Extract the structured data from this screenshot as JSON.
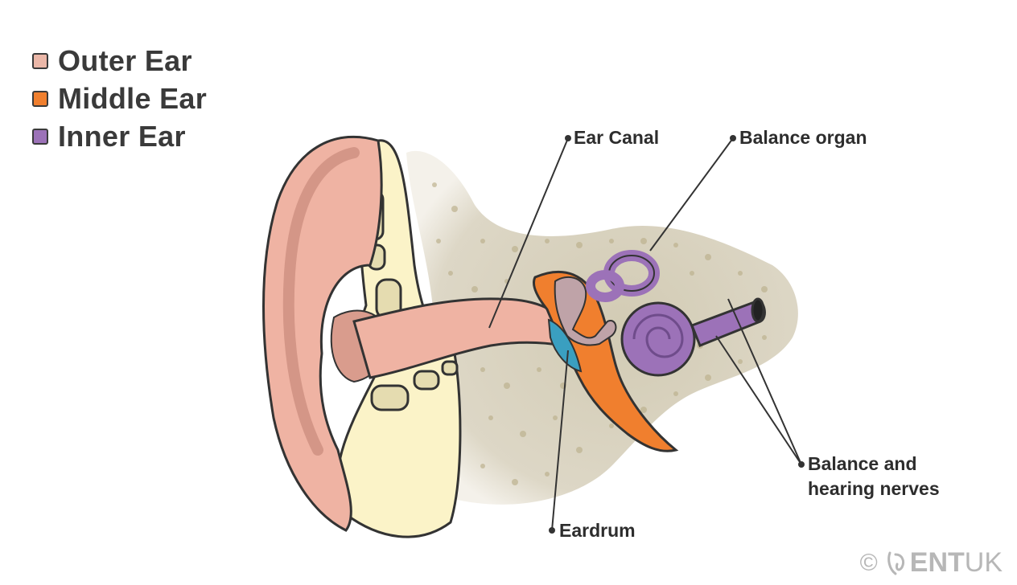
{
  "legend": {
    "items": [
      {
        "label": "Outer Ear",
        "color": "#ebb7a8"
      },
      {
        "label": "Middle Ear",
        "color": "#f07f2e"
      },
      {
        "label": "Inner Ear",
        "color": "#9c72b8"
      }
    ]
  },
  "labels": {
    "ear_canal": "Ear Canal",
    "balance_organ": "Balance organ",
    "eardrum": "Eardrum",
    "nerves_line1": "Balance and",
    "nerves_line2": "hearing nerves"
  },
  "logo": {
    "copyright": "©",
    "brand_bold": "ENT",
    "brand_light": "UK"
  },
  "colors": {
    "skin": "#efb3a3",
    "skin_dark": "#d8978a",
    "cartilage": "#fbf3c8",
    "bone": "#d9d3c0",
    "middle": "#f07f2e",
    "inner": "#9c72b8",
    "eardrum": "#3a9fc0"
  }
}
